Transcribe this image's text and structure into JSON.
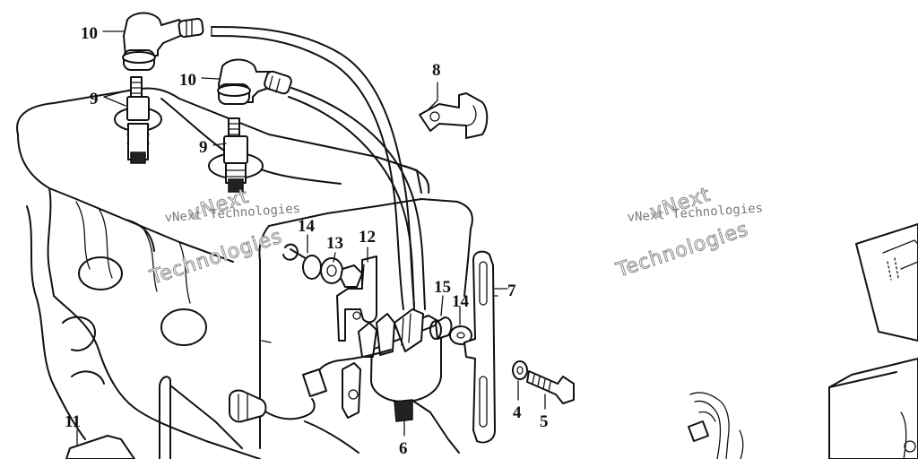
{
  "watermarks": [
    {
      "line1": "vNext",
      "line2": "Technologies",
      "caption": "vNext Technologies"
    },
    {
      "line1": "vNext",
      "line2": "Technologies",
      "caption": "vNext Technologies"
    }
  ],
  "callouts": {
    "spark_plug_cap_1": "10",
    "spark_plug_cap_2": "10",
    "spark_plug_1": "9",
    "spark_plug_2": "9",
    "bracket": "8",
    "coil_mount_plate": "7",
    "bolt": "5",
    "washer": "4",
    "ignition_coil": "6",
    "rubber_mount_a": "14",
    "spacer": "13",
    "clamp": "12",
    "rubber_mount_b": "14",
    "collar": "15",
    "cover": "11"
  }
}
